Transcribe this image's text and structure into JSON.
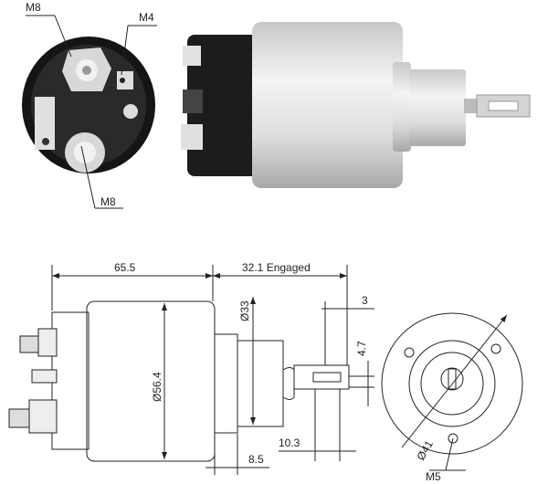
{
  "photo_labels": {
    "terminal_top": "M8",
    "terminal_small": "M4",
    "terminal_bottom": "M8"
  },
  "dimensions": {
    "body_length": "65.5",
    "stroke": "32.1 Engaged",
    "tab_thickness": "3",
    "housing_diameter": "Ø33",
    "slot_width": "4.7",
    "body_diameter": "Ø56.4",
    "slot_length": "10.3",
    "step_length": "8.5",
    "bolt_circle": "Ø41",
    "mount_thread": "M5"
  },
  "colors": {
    "line": "#222222",
    "cap": "#1a1a1a",
    "silver": "#d9d9d9"
  }
}
